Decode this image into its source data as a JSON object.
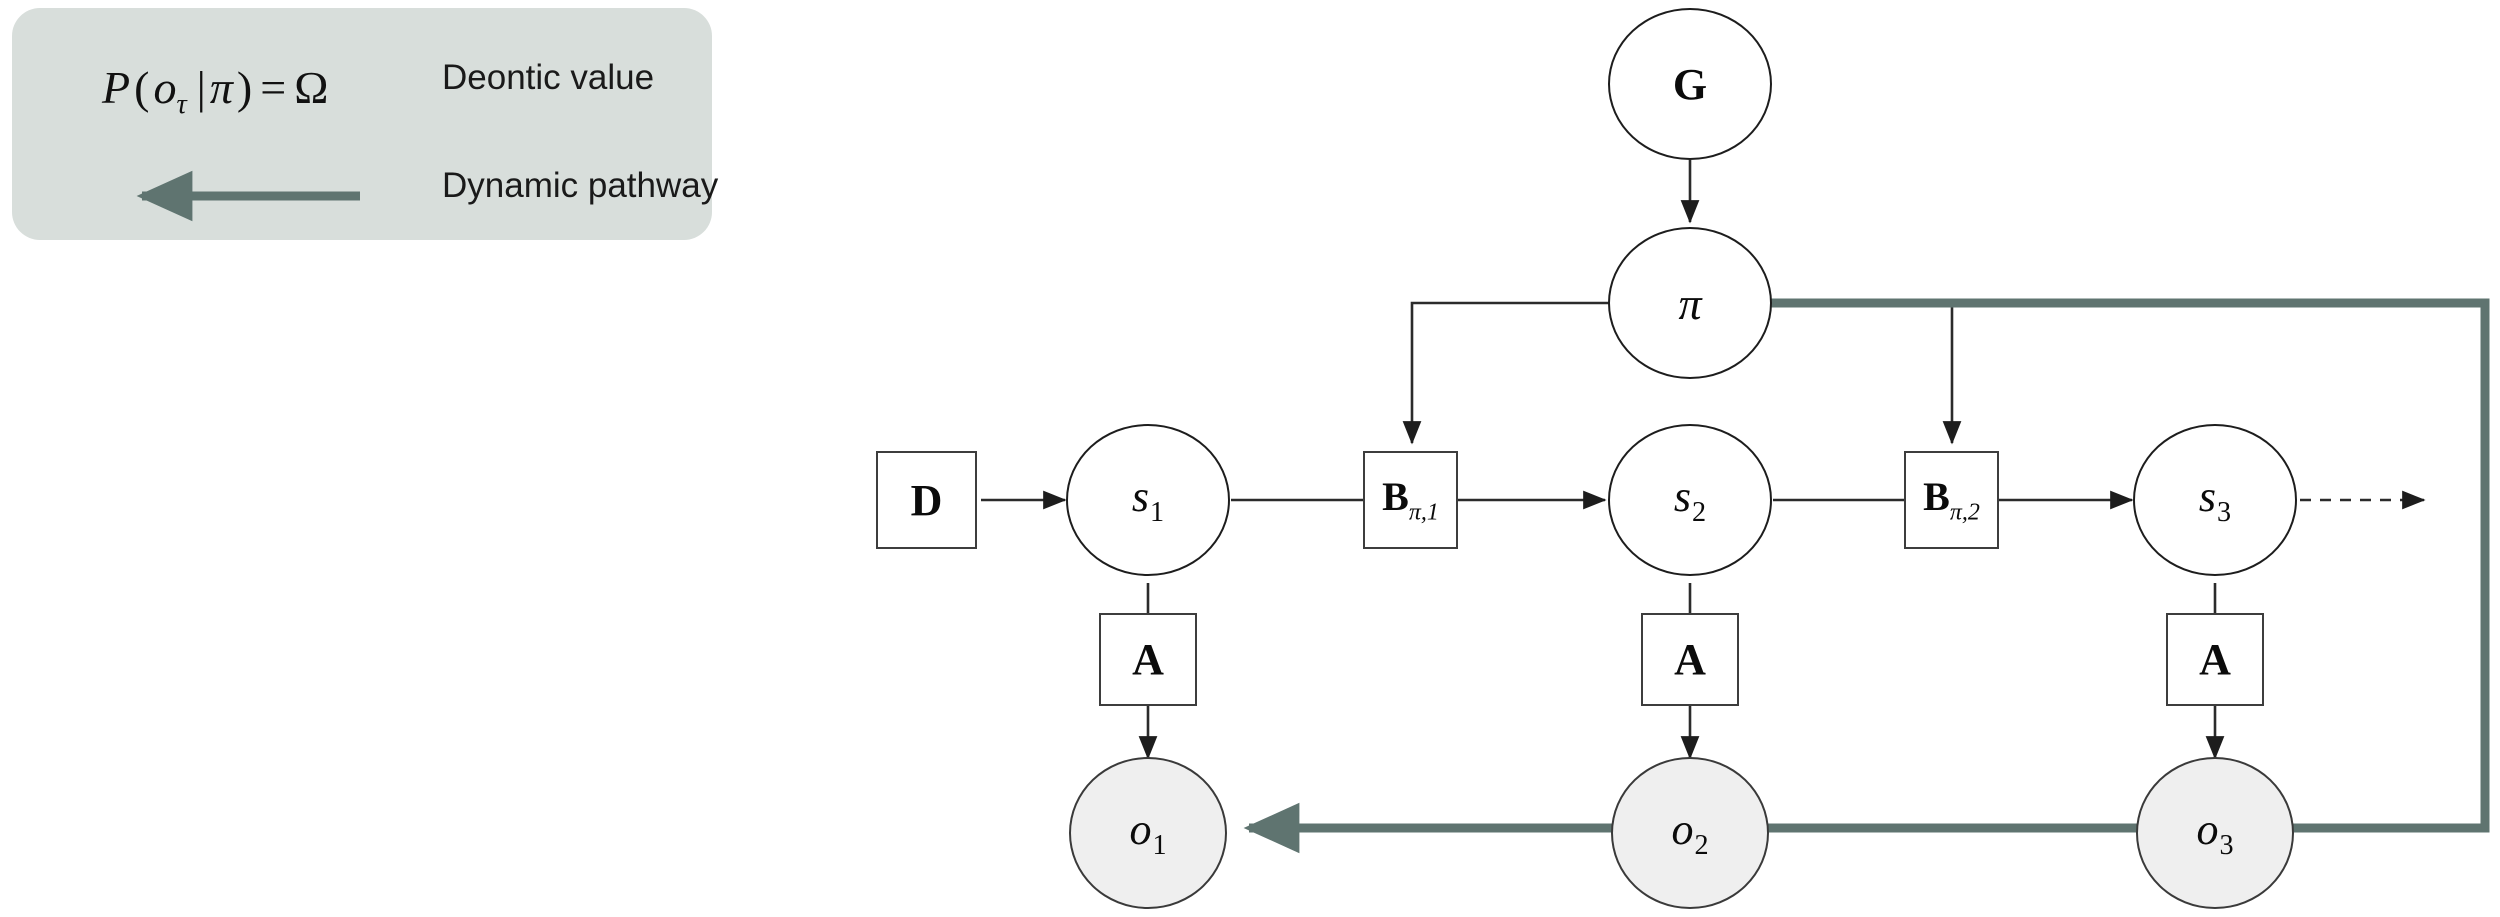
{
  "legend": {
    "formula": {
      "p": "P",
      "open": "(",
      "o": "o",
      "o_sub": "τ",
      "bar": "|",
      "pi": "π",
      "close": ")",
      "equals": "=",
      "omega": "Ω",
      "full_text": "P(oτ | π) = Ω"
    },
    "deontic_label": "Deontic value",
    "pathway_label": "Dynamic pathway",
    "box_color": "#d8dedb",
    "arrow_color": "#5f7470"
  },
  "graph": {
    "accent_color": "#5f7470",
    "line_color": "#2b2b2b",
    "observation_fill": "#efefef",
    "nodes": [
      {
        "id": "G",
        "label": "G",
        "shape": "circle",
        "kind": "prior"
      },
      {
        "id": "pi",
        "label": "π",
        "shape": "circle",
        "kind": "policy"
      },
      {
        "id": "D",
        "label": "D",
        "shape": "square",
        "kind": "matrix"
      },
      {
        "id": "s1",
        "label": "s",
        "sub": "1",
        "shape": "circle",
        "kind": "state"
      },
      {
        "id": "B1",
        "label": "B",
        "sub": "π,1",
        "shape": "square",
        "kind": "matrix"
      },
      {
        "id": "s2",
        "label": "s",
        "sub": "2",
        "shape": "circle",
        "kind": "state"
      },
      {
        "id": "B2",
        "label": "B",
        "sub": "π,2",
        "shape": "square",
        "kind": "matrix"
      },
      {
        "id": "s3",
        "label": "s",
        "sub": "3",
        "shape": "circle",
        "kind": "state"
      },
      {
        "id": "A1",
        "label": "A",
        "shape": "square",
        "kind": "matrix"
      },
      {
        "id": "A2",
        "label": "A",
        "shape": "square",
        "kind": "matrix"
      },
      {
        "id": "A3",
        "label": "A",
        "shape": "square",
        "kind": "matrix"
      },
      {
        "id": "o1",
        "label": "o",
        "sub": "1",
        "shape": "circle",
        "kind": "observation"
      },
      {
        "id": "o2",
        "label": "o",
        "sub": "2",
        "shape": "circle",
        "kind": "observation"
      },
      {
        "id": "o3",
        "label": "o",
        "sub": "3",
        "shape": "circle",
        "kind": "observation"
      }
    ],
    "edges": [
      {
        "from": "G",
        "to": "pi",
        "style": "solid-thin"
      },
      {
        "from": "pi",
        "to": "B1",
        "style": "solid-thin"
      },
      {
        "from": "pi",
        "to": "B2",
        "style": "solid-thin"
      },
      {
        "from": "D",
        "to": "s1",
        "style": "solid-thin"
      },
      {
        "from": "s1",
        "to": "B1",
        "style": "solid-thin"
      },
      {
        "from": "B1",
        "to": "s2",
        "style": "solid-thin"
      },
      {
        "from": "s2",
        "to": "B2",
        "style": "solid-thin"
      },
      {
        "from": "B2",
        "to": "s3",
        "style": "solid-thin"
      },
      {
        "from": "s3",
        "to": "future",
        "style": "dashed"
      },
      {
        "from": "s1",
        "to": "A1",
        "style": "solid-thin"
      },
      {
        "from": "A1",
        "to": "o1",
        "style": "solid-thin"
      },
      {
        "from": "s2",
        "to": "A2",
        "style": "solid-thin"
      },
      {
        "from": "A2",
        "to": "o2",
        "style": "solid-thin"
      },
      {
        "from": "s3",
        "to": "A3",
        "style": "solid-thin"
      },
      {
        "from": "A3",
        "to": "o3",
        "style": "solid-thin"
      },
      {
        "from": "pi",
        "to": "o1",
        "style": "thick-dynamic"
      }
    ]
  }
}
